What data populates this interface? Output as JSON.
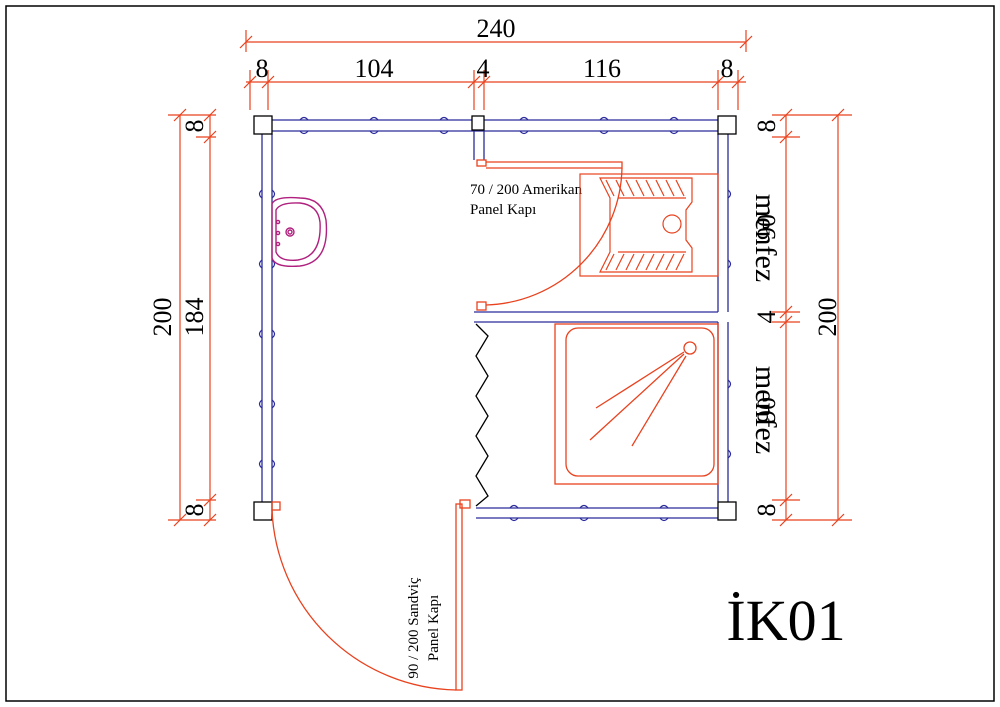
{
  "dimensions": {
    "overall_width": "240",
    "seg_left_wall": "8",
    "seg_left_room": "104",
    "seg_partition": "4",
    "seg_right_room": "116",
    "seg_right_wall": "8",
    "left_overall": "200",
    "left_inner": "184",
    "left_top_wall": "8",
    "left_bottom_wall": "8",
    "right_overall": "200",
    "right_top_wall": "8",
    "right_room_a": "90",
    "right_partition": "4",
    "right_room_b": "90",
    "right_bottom_wall": "8"
  },
  "labels": {
    "door_inner_line1": "70 / 200 Amerikan",
    "door_inner_line2": "Panel Kapı",
    "door_entry_line1": "90 / 200 Sandviç",
    "door_entry_line2": "Panel Kapı",
    "vent_a": "menfez",
    "vent_b": "menfez"
  },
  "title": "İK01",
  "colors": {
    "dimension": "#e8421e",
    "wall": "#2b2b9c",
    "fixture": "#e8421e",
    "sink": "#b0207e"
  }
}
